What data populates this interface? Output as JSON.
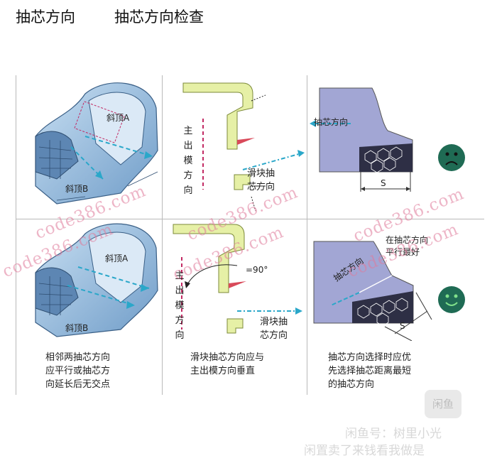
{
  "header": {
    "title_left": "抽芯方向",
    "title_right": "抽芯方向检查"
  },
  "panel1": {
    "label_a": "斜顶A",
    "label_b": "斜顶B",
    "label_a2": "斜顶A",
    "label_b2": "斜顶B",
    "caption": "相邻两抽芯方向\n应平行或抽芯方\n向延长后无交点"
  },
  "panel2": {
    "main_dir": "主出模方向",
    "slider_dir": "滑块抽\n芯方向",
    "main_dir2": "主出模方向",
    "slider_dir2": "滑块抽\n芯方向",
    "angle": "=90°",
    "caption": "滑块抽芯方向应与\n主出模方向垂直"
  },
  "panel3": {
    "pull_dir": "抽芯方向",
    "dim_s": "S",
    "pull_dir2": "抽芯方向",
    "dim_s2": "S",
    "note": "在抽芯方向\n平行最好",
    "caption": "抽芯方向选择时应优\n先选择抽芯距离最短\n的抽芯方向",
    "face_top": "sad",
    "face_bottom": "happy"
  },
  "watermarks": {
    "site": "code386.com",
    "corner_logo": "闲鱼",
    "bottom_text": "闲鱼号：树里小光",
    "bottom_text2": "闲置卖了来钱看我做是"
  },
  "colors": {
    "part_blue": "#7fa9cf",
    "arrow_cyan": "#2aa7c9",
    "slider_green": "#e6f0a6",
    "steel_purple": "#a2a6d4",
    "face_green": "#1f6b54",
    "dash_pink": "#c22a63"
  }
}
